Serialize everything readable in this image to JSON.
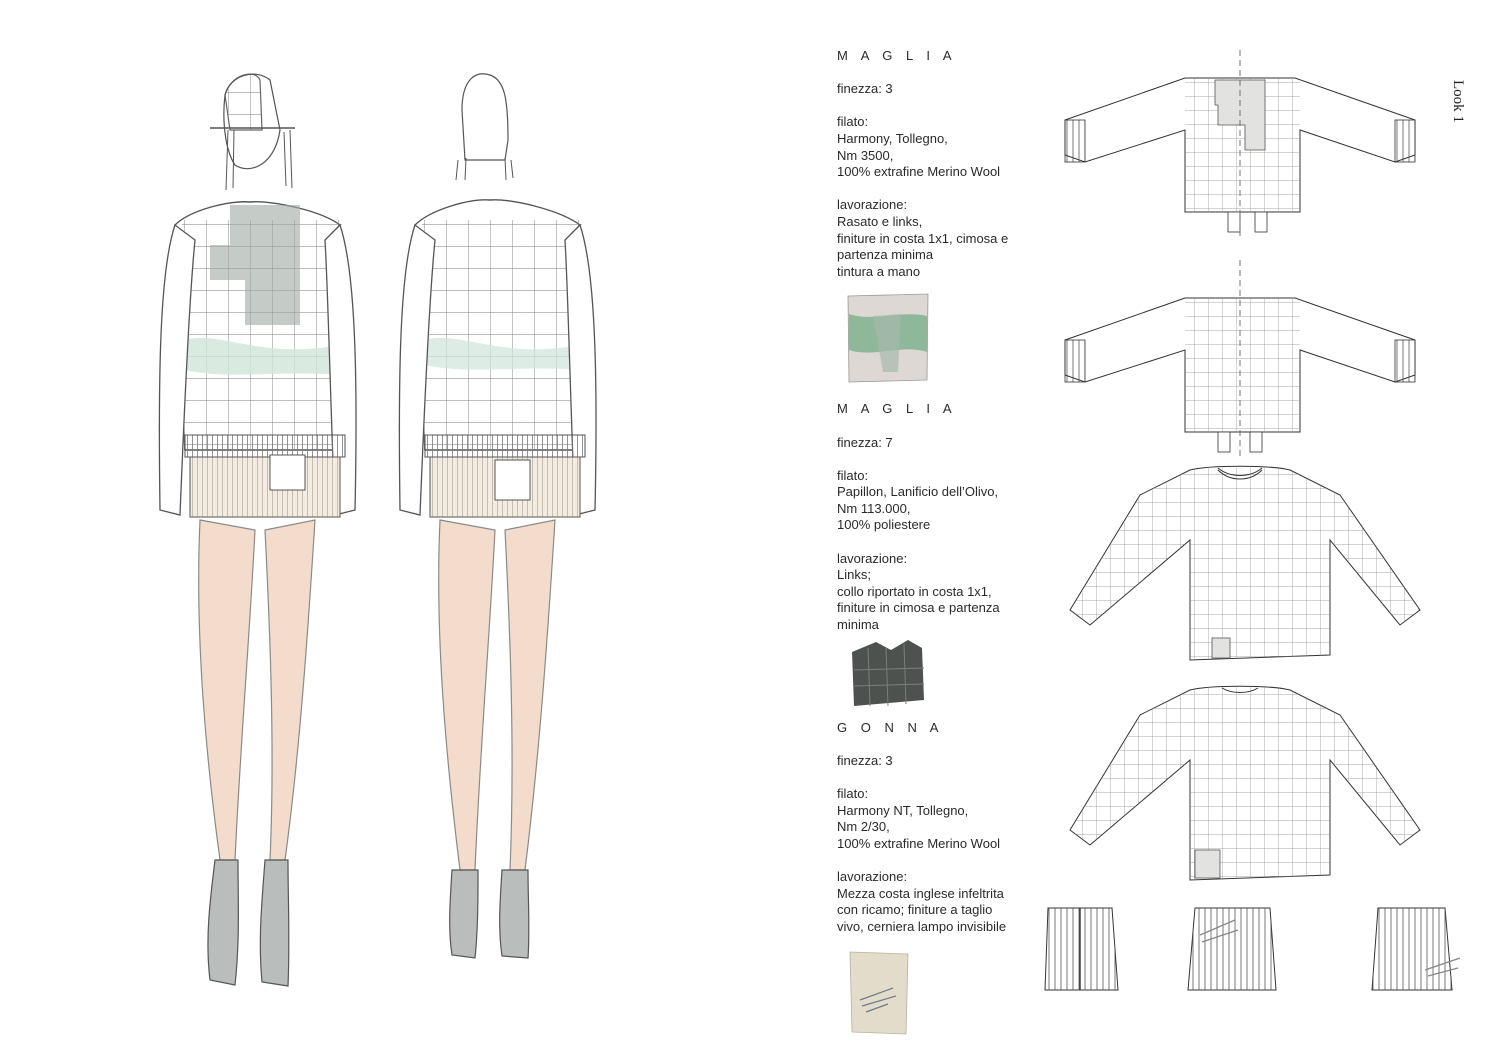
{
  "look_label": "Look 1",
  "sections": [
    {
      "title": "M A G L I A",
      "finezza": "finezza: 3",
      "filato_label": "filato:",
      "filato_lines": [
        "Harmony, Tollegno,",
        "Nm 3500,",
        "100% extrafine Merino Wool"
      ],
      "lavorazione_label": "lavorazione:",
      "lavorazione_lines": [
        "Rasato e links,",
        "finiture in costa 1x1, cimosa e",
        "partenza minima",
        "tintura a mano"
      ]
    },
    {
      "title": "M A G L I A",
      "finezza": "finezza: 7",
      "filato_label": "filato:",
      "filato_lines": [
        "Papillon, Lanificio dell’Olivo,",
        "Nm 113.000,",
        "100% poliestere"
      ],
      "lavorazione_label": "lavorazione:",
      "lavorazione_lines": [
        "Links;",
        "collo riportato in costa 1x1,",
        "finiture in cimosa e partenza",
        "minima"
      ]
    },
    {
      "title": "G O N N A",
      "finezza": "finezza: 3",
      "filato_label": "filato:",
      "filato_lines": [
        "Harmony NT, Tollegno,",
        "Nm 2/30,",
        "100% extrafine Merino Wool"
      ],
      "lavorazione_label": "lavorazione:",
      "lavorazione_lines": [
        "Mezza costa inglese infeltrita",
        "con ricamo; finiture a taglio",
        "vivo, cerniera lampo invisibile"
      ]
    }
  ],
  "colors": {
    "skin": "#f3dccb",
    "mint": "#cfe6da",
    "grey_green": "#9fa8a2",
    "sketch_line": "#555a58",
    "swatch1": "#8fb89a",
    "swatch2": "#4d524f",
    "swatch3": "#e3dccb"
  }
}
